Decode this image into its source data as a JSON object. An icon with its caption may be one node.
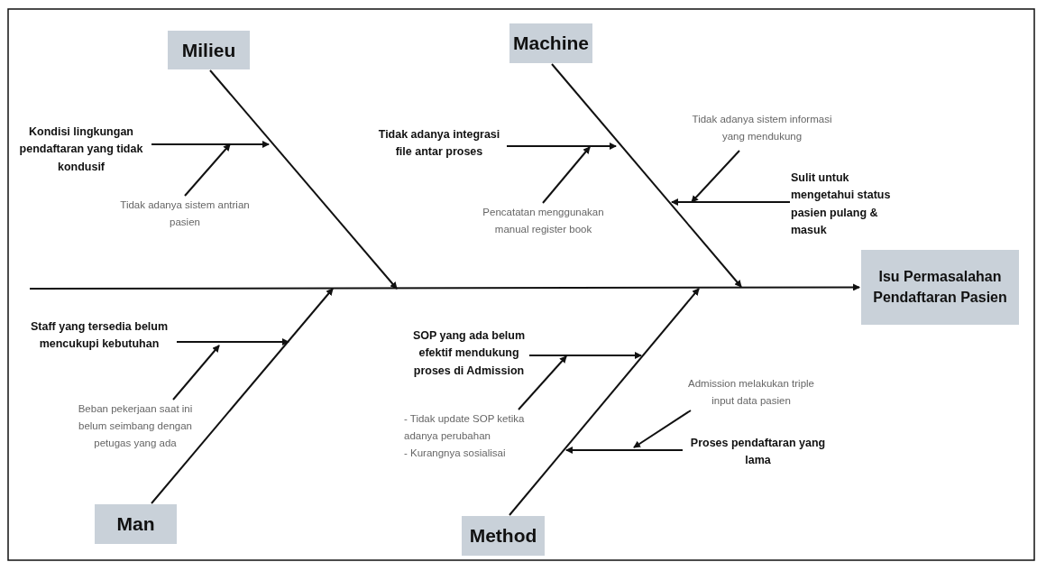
{
  "diagram": {
    "nodes": [
      {
        "text": [
          "Milieu"
        ]
      },
      {
        "text": [
          "Machine"
        ]
      },
      {
        "text": [
          "Kondisi lingkungan pendaftaran yang tidak kondusif"
        ]
      },
      {
        "text": [
          "Tidak adanya integrasi file antar proses"
        ]
      },
      {
        "text": [
          "Tidak adanya sistem informasi yang mendukung"
        ]
      },
      {
        "text": [
          "Sulit untuk mengetahui status pasien pulang & masuk"
        ]
      },
      {
        "text": [
          "Tidak adanya sistem antrian pasien"
        ]
      },
      {
        "text": [
          "Pencatatan menggunakan manual register book"
        ]
      },
      {
        "text": [
          "Isu Permasalahan Pendaftaran Pasien"
        ]
      },
      {
        "text": [
          "Staff yang tersedia belum mencukupi kebutuhan"
        ]
      },
      {
        "text": [
          "SOP yang ada belum efektif mendukung proses di Admission"
        ]
      },
      {
        "text": [
          "Admission melakukan triple input data pasien"
        ]
      },
      {
        "text": [
          "Beban pekerjaan saat ini belum seimbang dengan petugas yang ada"
        ]
      },
      {
        "text": [
          "- Tidak update SOP ketika adanya perubahan",
          "- Kurangnya sosialisai"
        ]
      },
      {
        "text": [
          "Proses pendaftaran yang lama"
        ]
      },
      {
        "text": [
          "Man"
        ]
      },
      {
        "text": [
          "Method"
        ]
      }
    ],
    "edges": [
      {
        "from": null,
        "to": 8,
        "arrow": "to"
      },
      {
        "from": 0,
        "to": null,
        "arrow": "to"
      },
      {
        "from": 1,
        "to": null,
        "arrow": "to"
      },
      {
        "from": 15,
        "to": null,
        "arrow": "to"
      },
      {
        "from": 16,
        "to": null,
        "arrow": "to"
      },
      {
        "from": 2,
        "to": null,
        "arrow": "to"
      },
      {
        "from": 6,
        "to": null,
        "arrow": "to"
      },
      {
        "from": 3,
        "to": null,
        "arrow": "to"
      },
      {
        "from": 7,
        "to": null,
        "arrow": "to"
      },
      {
        "from": 4,
        "to": null,
        "arrow": "to"
      },
      {
        "from": 5,
        "to": null,
        "arrow": "to"
      },
      {
        "from": 9,
        "to": null,
        "arrow": "to"
      },
      {
        "from": 12,
        "to": null,
        "arrow": "to"
      },
      {
        "from": 10,
        "to": null,
        "arrow": "to"
      },
      {
        "from": 13,
        "to": null,
        "arrow": "to"
      },
      {
        "from": 11,
        "to": null,
        "arrow": "to"
      },
      {
        "from": 14,
        "to": null,
        "arrow": "to"
      }
    ]
  }
}
